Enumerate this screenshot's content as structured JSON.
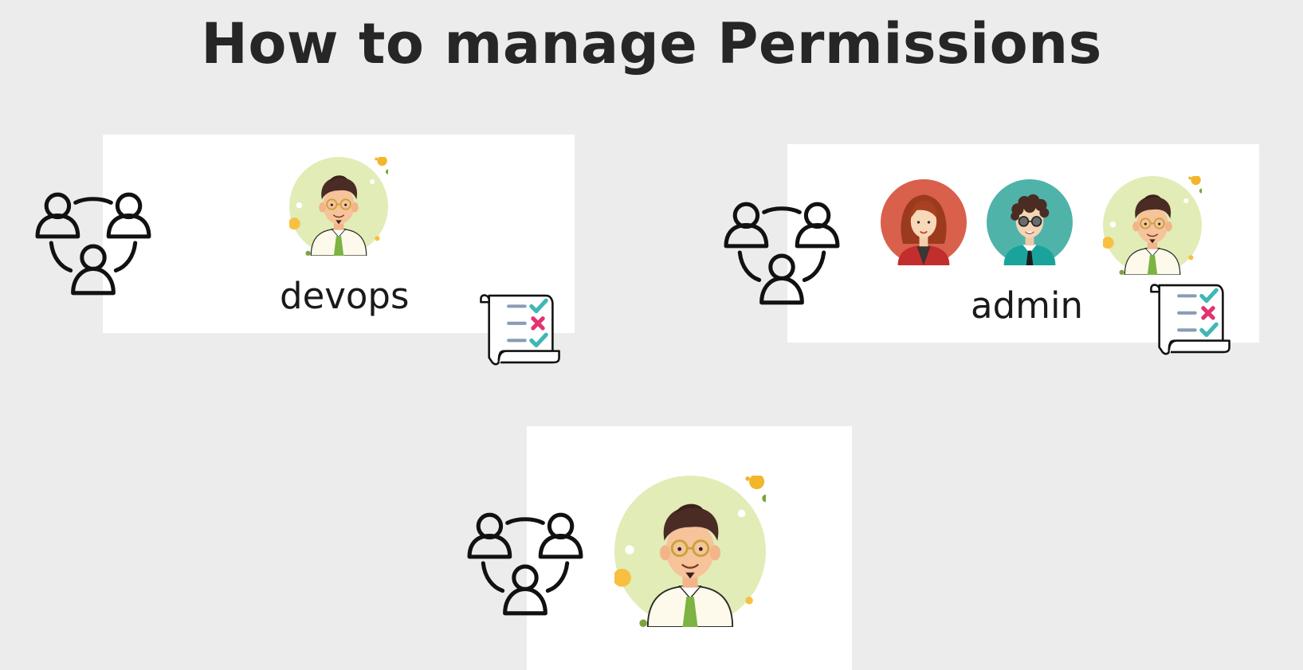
{
  "header": {
    "title": "How to manage Permissions"
  },
  "groups": [
    {
      "label": "devops",
      "members": [
        "male-developer-avatar"
      ],
      "has_permissions_policy": true
    },
    {
      "label": "admin",
      "members": [
        "female-red-hair-avatar",
        "male-curly-hair-avatar",
        "male-developer-avatar"
      ],
      "has_permissions_policy": true
    },
    {
      "label": "",
      "members": [
        "male-developer-avatar"
      ],
      "has_permissions_policy": false
    }
  ],
  "icons": {
    "group": "user-group-icon",
    "policy": "permissions-policy-scroll-icon"
  },
  "colors": {
    "background": "#ececec",
    "card": "#ffffff",
    "avatar_circle_green": "#e2ecb6",
    "avatar_circle_red": "#d9604a",
    "avatar_circle_teal": "#4fb3aa",
    "check": "#3fb8b5",
    "cross": "#e2336e",
    "policy_line": "#8a9bb5"
  }
}
